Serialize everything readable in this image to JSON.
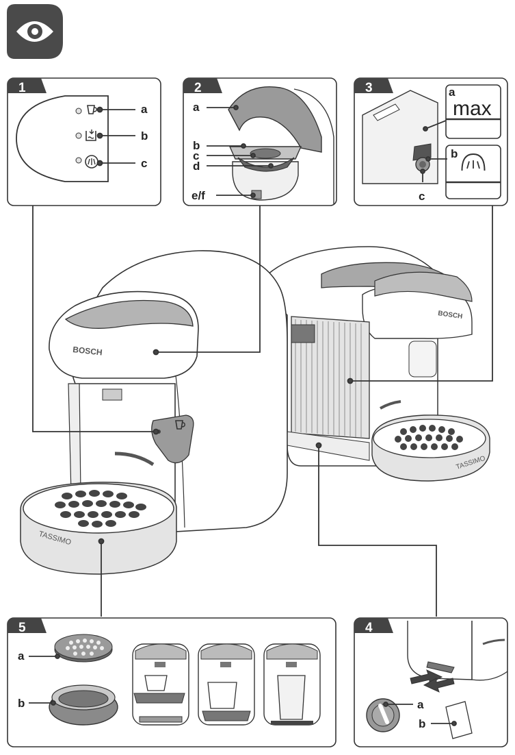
{
  "panels": {
    "p1": {
      "number": "1",
      "labels": [
        "a",
        "b",
        "c"
      ]
    },
    "p2": {
      "number": "2",
      "labels": [
        "a",
        "b",
        "c",
        "d",
        "e/f"
      ]
    },
    "p3": {
      "number": "3",
      "labels": [
        "a",
        "b",
        "c"
      ],
      "max_text": "max"
    },
    "p4": {
      "number": "4",
      "labels": [
        "a",
        "b"
      ]
    },
    "p5": {
      "number": "5",
      "labels": [
        "a",
        "b"
      ]
    }
  },
  "brand": {
    "bosch": "BOSCH",
    "tassimo": "TASSIMO"
  },
  "icons": [
    "eye-icon",
    "cup-icon",
    "descale-icon",
    "spray-icon"
  ],
  "colors": {
    "dark": "#3d3d3d",
    "mid": "#8f8f8f",
    "light": "#d4d4d4",
    "paper": "#ffffff"
  }
}
